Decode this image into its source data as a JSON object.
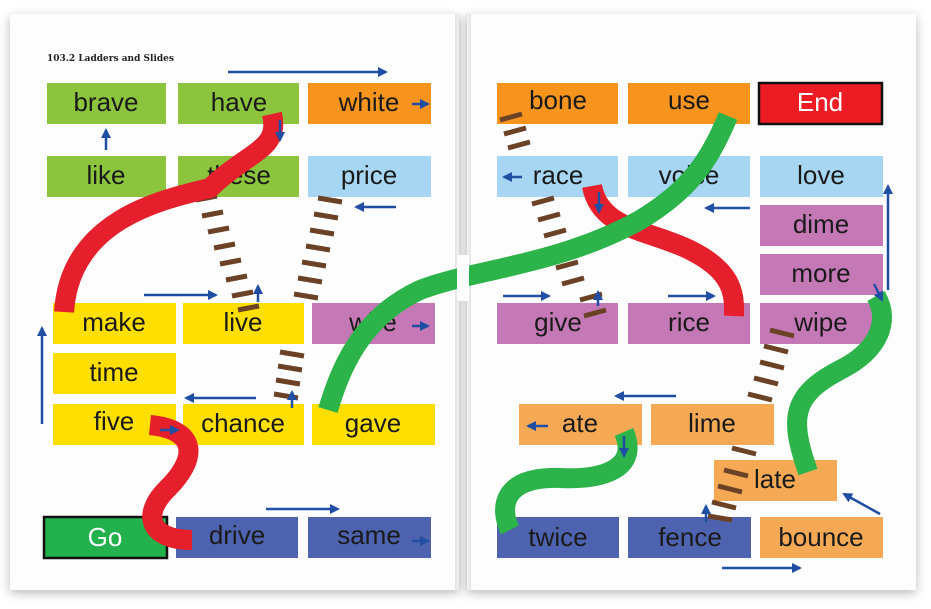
{
  "header": "103.2 Ladders and Slides",
  "colors": {
    "green": "#8cc43d",
    "orange": "#f7941d",
    "yellow": "#ffdf00",
    "light_blue": "#a6d6f2",
    "purple": "#c578b6",
    "dark_blue": "#4e63b0",
    "light_orange": "#f5a955",
    "end_red": "#ed1c24",
    "go_green": "#22b14c",
    "slide_red": "#e51f2b",
    "slide_green": "#2cb44a",
    "ladder_brown": "#6b4226",
    "arrow_blue": "#1f4ea3"
  },
  "cells": {
    "brave": "brave",
    "have": "have",
    "white": "white",
    "like": "like",
    "these": "these",
    "price": "price",
    "make": "make",
    "live": "live",
    "wire": "wire",
    "time": "time",
    "five": "five",
    "chance": "chance",
    "gave": "gave",
    "go": "Go",
    "drive": "drive",
    "same": "same",
    "bone": "bone",
    "use": "use",
    "end": "End",
    "race": "race",
    "voice": "voice",
    "love": "love",
    "dime": "dime",
    "more": "more",
    "give": "give",
    "rice": "rice",
    "wipe": "wipe",
    "ate": "ate",
    "lime": "lime",
    "late": "late",
    "twice": "twice",
    "fence": "fence",
    "bounce": "bounce"
  }
}
